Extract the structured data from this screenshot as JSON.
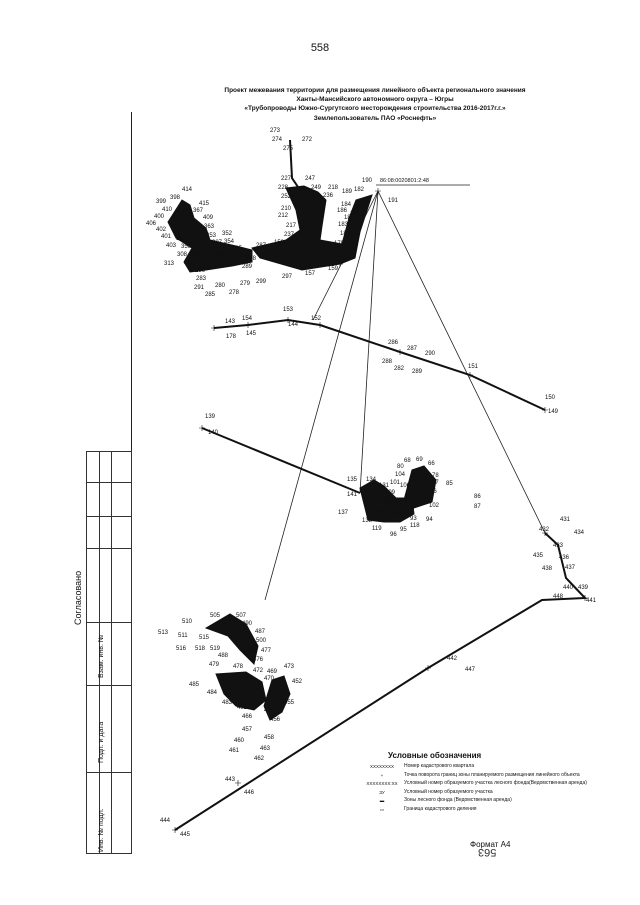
{
  "page_number": "558",
  "title_lines": [
    "Проект межевания территории для размещения линейного объекта регионального значения",
    "Ханты-Мансийского автономного округа – Югры",
    "«Трубопроводы Южно-Сургутского месторождения строительства 2016-2017г.г.»",
    "Землепользователь ПАО «Роснефть»"
  ],
  "cadastral_block": "86:08:0020801:2:48",
  "stamp": {
    "side_label": "Согласовано",
    "columns": [
      "Инв. № подл.",
      "Подп. и дата",
      "Взам. инв. №"
    ]
  },
  "legend": {
    "heading": "Условные обозначения",
    "items": [
      {
        "symbol": "ХХХХХХХХ",
        "text": "Номер кадастрового квартала"
      },
      {
        "symbol": "+",
        "text": "Точка поворота границ зоны планируемого размещения линейного объекта"
      },
      {
        "symbol": "ХХХХХХХХ:ХХ",
        "text": "Условный номер образуемого участка лесного фонда(Ведомственная аренда)"
      },
      {
        "symbol": "ЗУ",
        "text": "Условный номер образуемого участка"
      },
      {
        "symbol": "▬",
        "text": "Зоны лесного фонда (Ведомственная аренда)"
      },
      {
        "symbol": "▭",
        "text": "Граница кадастрового деления"
      }
    ]
  },
  "format_label": "Формат А4",
  "scan_mark": "563",
  "map_points": [
    {
      "n": "273"
    },
    {
      "n": "274"
    },
    {
      "n": "275"
    },
    {
      "n": "272"
    },
    {
      "n": "227"
    },
    {
      "n": "247"
    },
    {
      "n": "228"
    },
    {
      "n": "249"
    },
    {
      "n": "218"
    },
    {
      "n": "189"
    },
    {
      "n": "182"
    },
    {
      "n": "190"
    },
    {
      "n": "252"
    },
    {
      "n": "241"
    },
    {
      "n": "236"
    },
    {
      "n": "184"
    },
    {
      "n": "192"
    },
    {
      "n": "191"
    },
    {
      "n": "210"
    },
    {
      "n": "212"
    },
    {
      "n": "186"
    },
    {
      "n": "185"
    },
    {
      "n": "181"
    },
    {
      "n": "183"
    },
    {
      "n": "217"
    },
    {
      "n": "180"
    },
    {
      "n": "237"
    },
    {
      "n": "179"
    },
    {
      "n": "158"
    },
    {
      "n": "155"
    },
    {
      "n": "159"
    },
    {
      "n": "297"
    },
    {
      "n": "157"
    },
    {
      "n": "414"
    },
    {
      "n": "398"
    },
    {
      "n": "415"
    },
    {
      "n": "399"
    },
    {
      "n": "410"
    },
    {
      "n": "367"
    },
    {
      "n": "400"
    },
    {
      "n": "409"
    },
    {
      "n": "406"
    },
    {
      "n": "402"
    },
    {
      "n": "363"
    },
    {
      "n": "401"
    },
    {
      "n": "366"
    },
    {
      "n": "353"
    },
    {
      "n": "352"
    },
    {
      "n": "403"
    },
    {
      "n": "356"
    },
    {
      "n": "307"
    },
    {
      "n": "354"
    },
    {
      "n": "308"
    },
    {
      "n": "372"
    },
    {
      "n": "313"
    },
    {
      "n": "284"
    },
    {
      "n": "305"
    },
    {
      "n": "315"
    },
    {
      "n": "287"
    },
    {
      "n": "286"
    },
    {
      "n": "288"
    },
    {
      "n": "289"
    },
    {
      "n": "283"
    },
    {
      "n": "291"
    },
    {
      "n": "280"
    },
    {
      "n": "279"
    },
    {
      "n": "299"
    },
    {
      "n": "285"
    },
    {
      "n": "278"
    },
    {
      "n": "153"
    },
    {
      "n": "143"
    },
    {
      "n": "154"
    },
    {
      "n": "152"
    },
    {
      "n": "178"
    },
    {
      "n": "145"
    },
    {
      "n": "144"
    },
    {
      "n": "286"
    },
    {
      "n": "287"
    },
    {
      "n": "290"
    },
    {
      "n": "288"
    },
    {
      "n": "282"
    },
    {
      "n": "289"
    },
    {
      "n": "151"
    },
    {
      "n": "150"
    },
    {
      "n": "149"
    },
    {
      "n": "139"
    },
    {
      "n": "140"
    },
    {
      "n": "68"
    },
    {
      "n": "69"
    },
    {
      "n": "80"
    },
    {
      "n": "66"
    },
    {
      "n": "104"
    },
    {
      "n": "135"
    },
    {
      "n": "134"
    },
    {
      "n": "131"
    },
    {
      "n": "101"
    },
    {
      "n": "106"
    },
    {
      "n": "78"
    },
    {
      "n": "77"
    },
    {
      "n": "141"
    },
    {
      "n": "109"
    },
    {
      "n": "85"
    },
    {
      "n": "76"
    },
    {
      "n": "86"
    },
    {
      "n": "107"
    },
    {
      "n": "102"
    },
    {
      "n": "87"
    },
    {
      "n": "137"
    },
    {
      "n": "138"
    },
    {
      "n": "120"
    },
    {
      "n": "98"
    },
    {
      "n": "93"
    },
    {
      "n": "94"
    },
    {
      "n": "119"
    },
    {
      "n": "96"
    },
    {
      "n": "95"
    },
    {
      "n": "118"
    },
    {
      "n": "431"
    },
    {
      "n": "432"
    },
    {
      "n": "434"
    },
    {
      "n": "433"
    },
    {
      "n": "435"
    },
    {
      "n": "436"
    },
    {
      "n": "437"
    },
    {
      "n": "438"
    },
    {
      "n": "440"
    },
    {
      "n": "439"
    },
    {
      "n": "448"
    },
    {
      "n": "441"
    },
    {
      "n": "510"
    },
    {
      "n": "505"
    },
    {
      "n": "507"
    },
    {
      "n": "490"
    },
    {
      "n": "513"
    },
    {
      "n": "511"
    },
    {
      "n": "515"
    },
    {
      "n": "487"
    },
    {
      "n": "516"
    },
    {
      "n": "518"
    },
    {
      "n": "519"
    },
    {
      "n": "500"
    },
    {
      "n": "488"
    },
    {
      "n": "489"
    },
    {
      "n": "477"
    },
    {
      "n": "476"
    },
    {
      "n": "479"
    },
    {
      "n": "478"
    },
    {
      "n": "472"
    },
    {
      "n": "469"
    },
    {
      "n": "473"
    },
    {
      "n": "480"
    },
    {
      "n": "470"
    },
    {
      "n": "485"
    },
    {
      "n": "452"
    },
    {
      "n": "484"
    },
    {
      "n": "483"
    },
    {
      "n": "481"
    },
    {
      "n": "455"
    },
    {
      "n": "482"
    },
    {
      "n": "459"
    },
    {
      "n": "466"
    },
    {
      "n": "456"
    },
    {
      "n": "457"
    },
    {
      "n": "458"
    },
    {
      "n": "460"
    },
    {
      "n": "463"
    },
    {
      "n": "461"
    },
    {
      "n": "462"
    },
    {
      "n": "442"
    },
    {
      "n": "447"
    },
    {
      "n": "443"
    },
    {
      "n": "446"
    },
    {
      "n": "444"
    },
    {
      "n": "445"
    }
  ]
}
